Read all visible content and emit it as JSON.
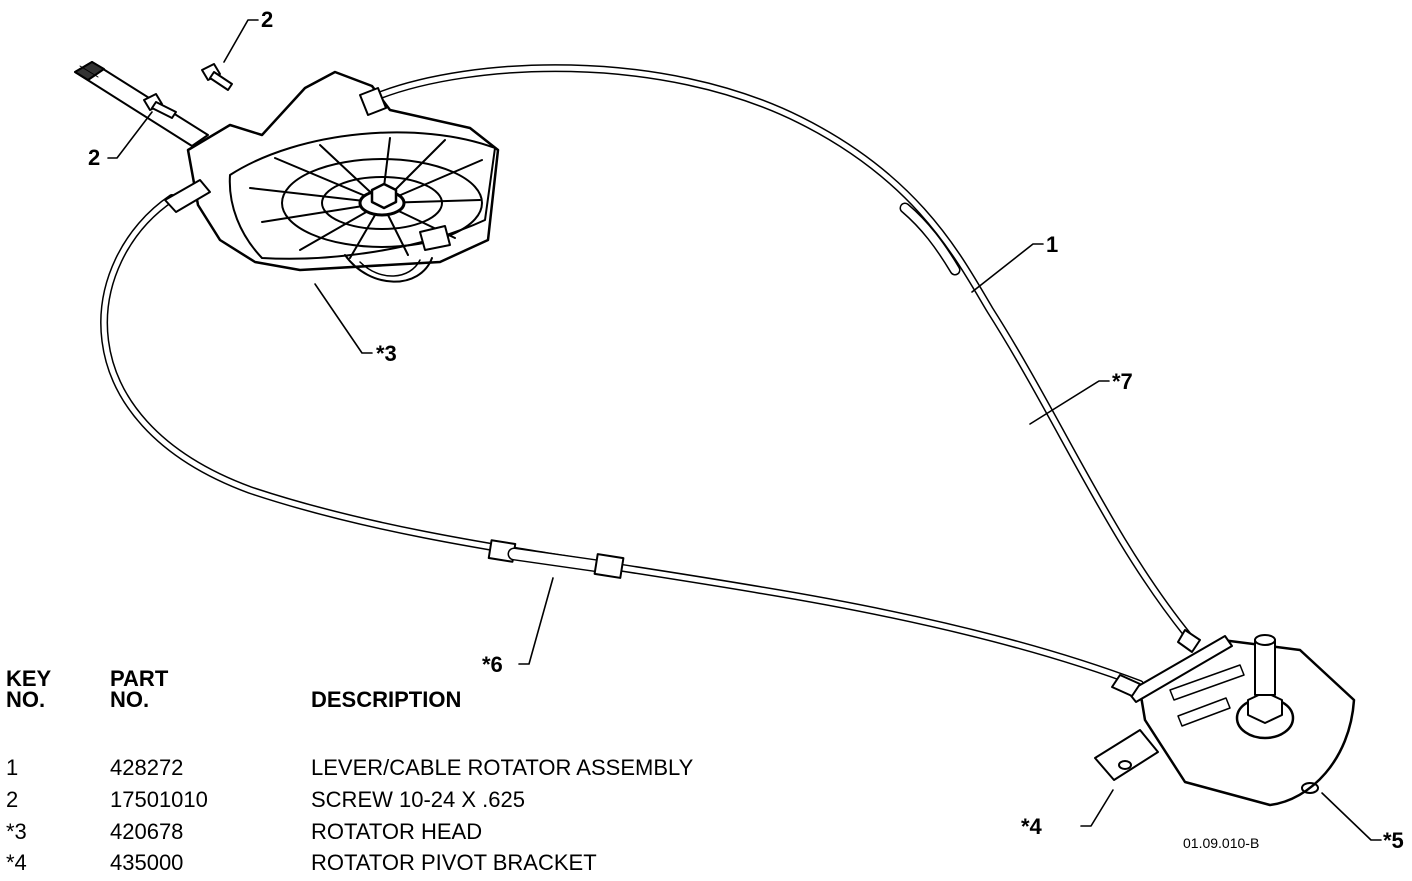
{
  "callouts": {
    "c1": "1",
    "c2a": "2",
    "c2b": "2",
    "c3": "*3",
    "c4": "*4",
    "c5": "*5",
    "c6": "*6",
    "c7": "*7"
  },
  "parts_table": {
    "headers": {
      "key_line1": "KEY",
      "key_line2": "NO.",
      "part_line1": "PART",
      "part_line2": "NO.",
      "description": "DESCRIPTION"
    },
    "rows": [
      {
        "key": "1",
        "part": "428272",
        "description": "LEVER/CABLE ROTATOR ASSEMBLY"
      },
      {
        "key": "2",
        "part": "17501010",
        "description": "SCREW 10-24 X .625"
      },
      {
        "key": "*3",
        "part": "420678",
        "description": "ROTATOR HEAD"
      },
      {
        "key": "*4",
        "part": "435000",
        "description": "ROTATOR PIVOT BRACKET"
      }
    ]
  },
  "drawing_code": "01.09.010-B"
}
